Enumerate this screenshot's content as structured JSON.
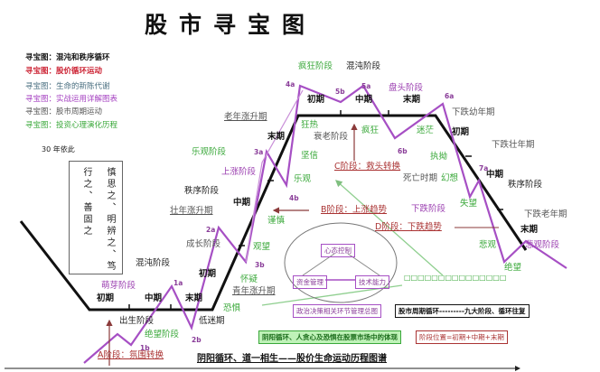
{
  "title": "股市寻宝图",
  "legend": [
    "寻宝图：混沌和秩序循环",
    "寻宝图：股价循环运动",
    "寻宝图：生命的新陈代谢",
    "寻宝图：实战运用详解图表",
    "寻宝图：股市周期运动",
    "寻宝图：投资心理演化历程"
  ],
  "legend_colors": [
    "#111111",
    "#cc2233",
    "#4a6f80",
    "#a43fc0",
    "#555555",
    "#3aa83a"
  ],
  "cycle_note": "30 年依此",
  "motto": {
    "col1": "慎思之、明辨之、笃",
    "col2": "行之、善固之"
  },
  "labels": [
    "疯狂阶段",
    "混沌阶段",
    "4a",
    "5b",
    "5a",
    "盘头阶段",
    "初期",
    "中期",
    "末期",
    "6a",
    "下跌幼年期",
    "老年涨升期",
    "末期",
    "狂热",
    "衰老阶段",
    "疯狂",
    "迷茫",
    "初期",
    "6b",
    "下跌壮年期",
    "乐观阶段",
    "3a",
    "坚信",
    "执拗",
    "C阶段：救头转换",
    "7a",
    "死亡时期",
    "幻想",
    "中期",
    "秩序阶段",
    "上涨阶段",
    "乐观",
    "4b",
    "秩序阶段",
    "中期",
    "壮年涨升期",
    "B阶段：上涨趋势",
    "下跌阶段",
    "失望",
    "谨慎",
    "D阶段：下跌趋势",
    "下跌老年期",
    "末期",
    "2a",
    "成长阶段",
    "观望",
    "悲观",
    "悲观阶段",
    "3b",
    "混沌阶段",
    "1a",
    "初期",
    "怀疑",
    "萌芽阶段",
    "初期",
    "中期",
    "末期",
    "青年涨升期",
    "绝望",
    "□□□□□□□□□□□□□□□",
    "恐惧",
    "出生阶段",
    "低迷期",
    "绝望阶段",
    "1b",
    "2b",
    "A阶段：氛围转换"
  ],
  "triangle": {
    "top": "心态控制",
    "left": "资金管理",
    "right": "技术能力"
  },
  "boxes": {
    "purple": "政治决策相关环节管理总图",
    "black": "股市周期循环---------九大阶段、循环往复",
    "green": "阴阳循环、人贪心及恐惧在股票市场中的体现",
    "red": "阶段位置=初期+中期+末期"
  },
  "footer": "阴阳循环、道一相生——股价生命运动历程图谱",
  "colors": {
    "price_line": "#a64fc4",
    "cycle_line": "#111111",
    "trend_arrow": "#8b3a3a",
    "psychology": "#3aa83a"
  }
}
